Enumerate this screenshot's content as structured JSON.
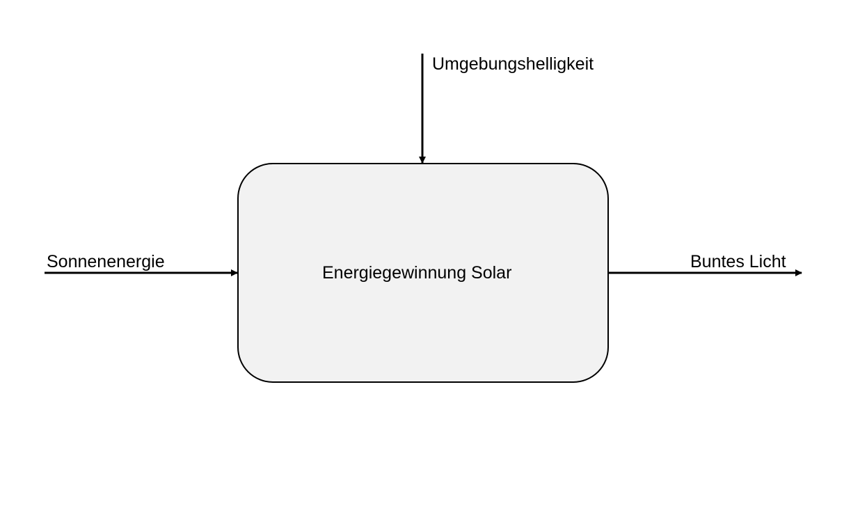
{
  "diagram": {
    "block": {
      "label": "Energiegewinnung Solar",
      "fill": "#f2f2f2"
    },
    "inputs": [
      {
        "label": "Sonnenenergie",
        "direction": "left"
      },
      {
        "label": "Umgebungshelligkeit",
        "direction": "top"
      }
    ],
    "outputs": [
      {
        "label": "Buntes Licht",
        "direction": "right"
      }
    ]
  }
}
